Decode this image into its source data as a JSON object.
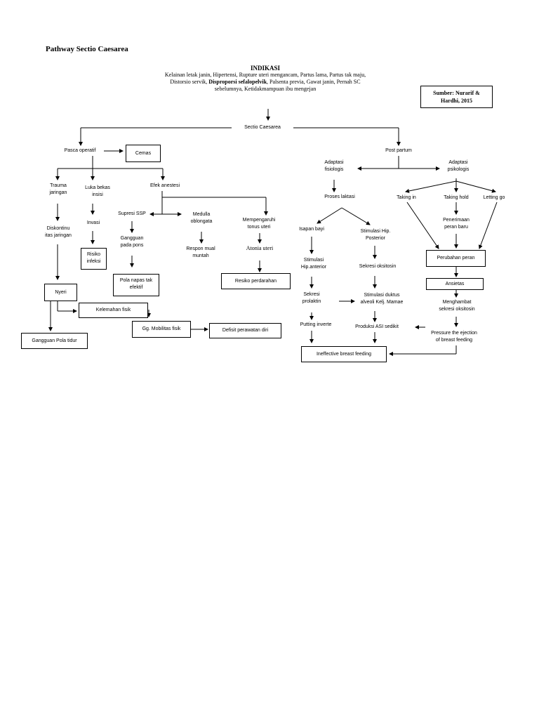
{
  "title": "Pathway Sectio Caesarea",
  "indikasi": {
    "heading": "INDIKASI",
    "text_pre": "Kelainan letak janin, Hipertensi, Rupture uteri mengancam, Partus lama, Partus tak maju, Distorsio servik, ",
    "text_bold": "Disproporsi sefalopelvik",
    "text_post": ", Palsenta previa, Gawat janin, Pernah SC sebelumnya, Ketidakmampuan ibu mengejan"
  },
  "sumber": {
    "line1": "Sumber: Nurarif &",
    "line2": "Hardhi, 2015"
  },
  "nodes": {
    "sectio": "Sectio Caesarea",
    "pasca": "Pasca operatif",
    "cemas": "Cemas",
    "post_partum": "Post partum",
    "trauma": [
      "Trauma",
      "jaringan"
    ],
    "luka": [
      "Luka bekas",
      "insisi"
    ],
    "efek": "Efek anestesi",
    "invasi": "Invasi",
    "risiko_infeksi": [
      "Risiko",
      "infeksi"
    ],
    "diskontinuitas": [
      "Diskontinu",
      "itas jaringan"
    ],
    "supresi": "Supresi SSP",
    "gangguan_pons": [
      "Gangguan",
      "pada pons"
    ],
    "pola_napas": [
      "Pola napas tak",
      "efektif"
    ],
    "medulla": [
      "Medulla",
      "oblongata"
    ],
    "respon": [
      "Respon mual",
      "muntah"
    ],
    "mempengaruhi": [
      "Mempengaruhi",
      "tonus uteri"
    ],
    "atonia": "Atonia uteri",
    "resiko_perdarahan": "Resiko perdarahan",
    "nyeri": "Nyeri",
    "kelemahan": "Kelemahan fisik",
    "mobilitas": "Gg. Mobilitas fisik",
    "defisit": "Defisit perawatan diri",
    "gangguan_tidur": "Gangguan Pola tidur",
    "adaptasi_fisiologis": [
      "Adaptasi",
      "fisiologis"
    ],
    "adaptasi_psikologis": [
      "Adaptasi",
      "psikologis"
    ],
    "proses_laktasi": "Proses laktasi",
    "isapan_bayi": "Isapan bayi",
    "stimulasi_hip_post": [
      "Stimulasi Hip.",
      "Posterior"
    ],
    "stimulasi_hip_ant": [
      "Stimulasi",
      "Hip.anterior"
    ],
    "sekresi_oksitosin": "Sekresi oksitosin",
    "sekresi_prolaktin": [
      "Sekresi",
      "prolaktin"
    ],
    "stimulasi_duktus": [
      "Stimulasi duktus",
      "alveoli Kelj. Mamae"
    ],
    "putting": "Putting inverte",
    "produksi_asi": "Produksi ASI sedikit",
    "ineffective": "Ineffective breast feeding",
    "taking_in": "Taking in",
    "taking_hold": "Taking hold",
    "letting_go": "Letting go",
    "penerimaan": [
      "Penerimaan",
      "peran baru"
    ],
    "perubahan_peran": "Perubahan peran",
    "ansietas": "Ansietas",
    "menghambat": [
      "Menghambat",
      "sekresi oksitosin"
    ],
    "pressure": [
      "Pressure the ejection",
      "of breast feeding"
    ]
  }
}
